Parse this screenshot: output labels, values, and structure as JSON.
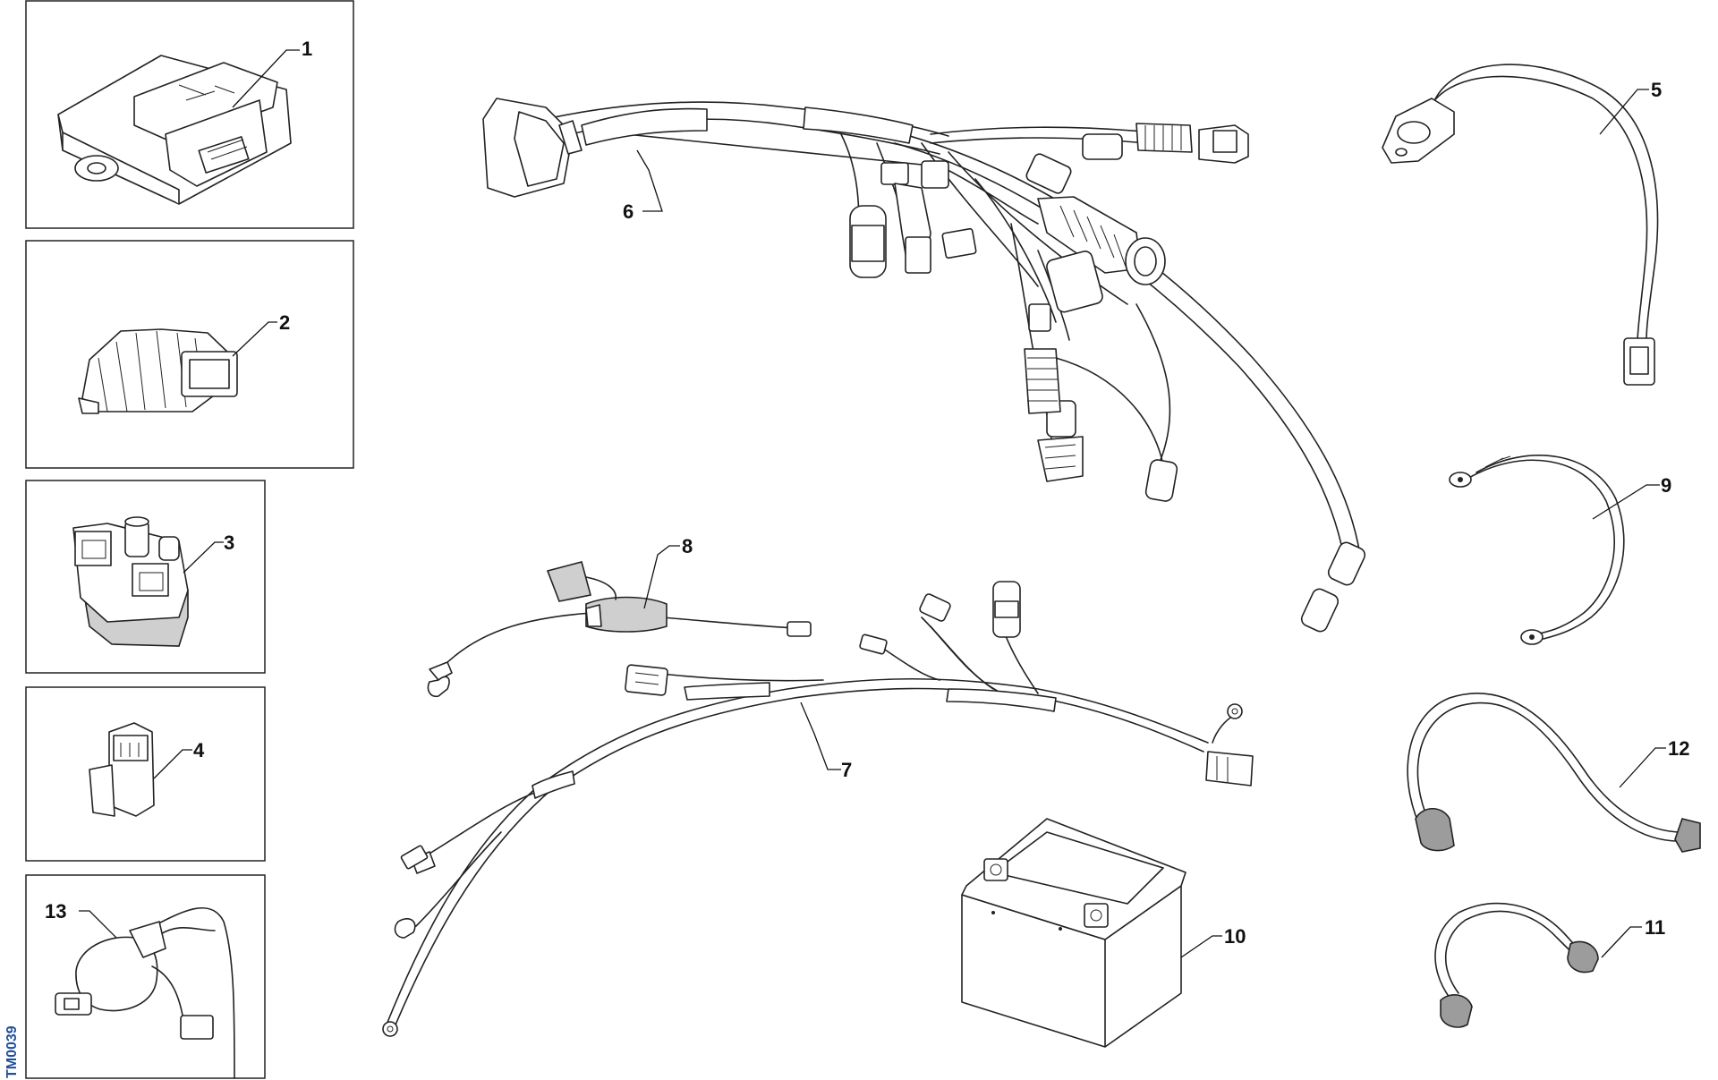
{
  "figure": {
    "reference_code": "TM0039"
  },
  "callouts": [
    {
      "id": "1",
      "label": "1"
    },
    {
      "id": "2",
      "label": "2"
    },
    {
      "id": "3",
      "label": "3"
    },
    {
      "id": "4",
      "label": "4"
    },
    {
      "id": "5",
      "label": "5"
    },
    {
      "id": "6",
      "label": "6"
    },
    {
      "id": "7",
      "label": "7"
    },
    {
      "id": "8",
      "label": "8"
    },
    {
      "id": "9",
      "label": "9"
    },
    {
      "id": "10",
      "label": "10"
    },
    {
      "id": "11",
      "label": "11"
    },
    {
      "id": "12",
      "label": "12"
    },
    {
      "id": "13",
      "label": "13"
    }
  ],
  "parts": [
    {
      "callout": "1",
      "icon": "control-unit-icon"
    },
    {
      "callout": "2",
      "icon": "voltage-regulator-icon"
    },
    {
      "callout": "3",
      "icon": "starter-relay-icon"
    },
    {
      "callout": "4",
      "icon": "connector-icon"
    },
    {
      "callout": "5",
      "icon": "sensor-cable-icon"
    },
    {
      "callout": "6",
      "icon": "main-wiring-harness-icon"
    },
    {
      "callout": "7",
      "icon": "secondary-wiring-harness-icon"
    },
    {
      "callout": "8",
      "icon": "fuse-holder-cable-icon"
    },
    {
      "callout": "9",
      "icon": "ground-cable-icon"
    },
    {
      "callout": "10",
      "icon": "battery-icon"
    },
    {
      "callout": "11",
      "icon": "short-battery-cable-icon"
    },
    {
      "callout": "12",
      "icon": "long-battery-cable-icon"
    },
    {
      "callout": "13",
      "icon": "ignition-coil-icon"
    }
  ],
  "colors": {
    "line": "#222222",
    "fill_light": "#cfcfcf",
    "fill_dark": "#9c9c9c",
    "reference_code": "#1f4e9a"
  }
}
